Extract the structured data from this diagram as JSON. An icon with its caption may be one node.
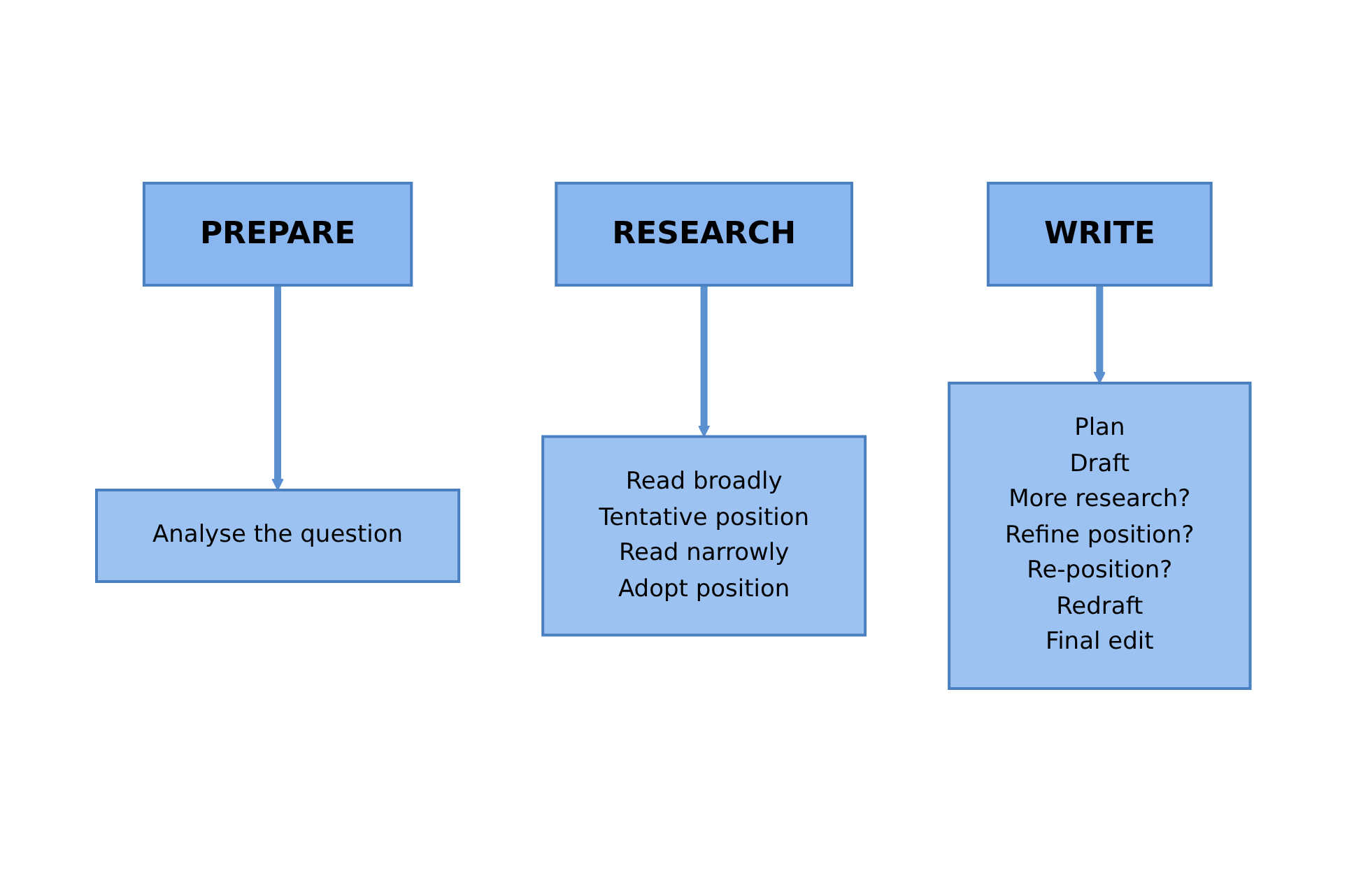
{
  "diagram": {
    "nodes": [
      {
        "text": [
          "PREPARE"
        ]
      },
      {
        "text": [
          "RESEARCH"
        ]
      },
      {
        "text": [
          "WRITE"
        ]
      },
      {
        "text": [
          "Analyse the question"
        ]
      },
      {
        "text": [
          "Read broadly",
          "Tentative position",
          "Read narrowly",
          "Adopt position"
        ]
      },
      {
        "text": [
          "Plan",
          "Draft",
          "More research?",
          "Refine position?",
          "Re-position?",
          "Redraft",
          "Final edit"
        ]
      }
    ],
    "edges": [
      {
        "from": 0,
        "to": 3,
        "arrow": "to"
      },
      {
        "from": 1,
        "to": 4,
        "arrow": "to"
      },
      {
        "from": 2,
        "to": 5,
        "arrow": "to"
      }
    ]
  }
}
